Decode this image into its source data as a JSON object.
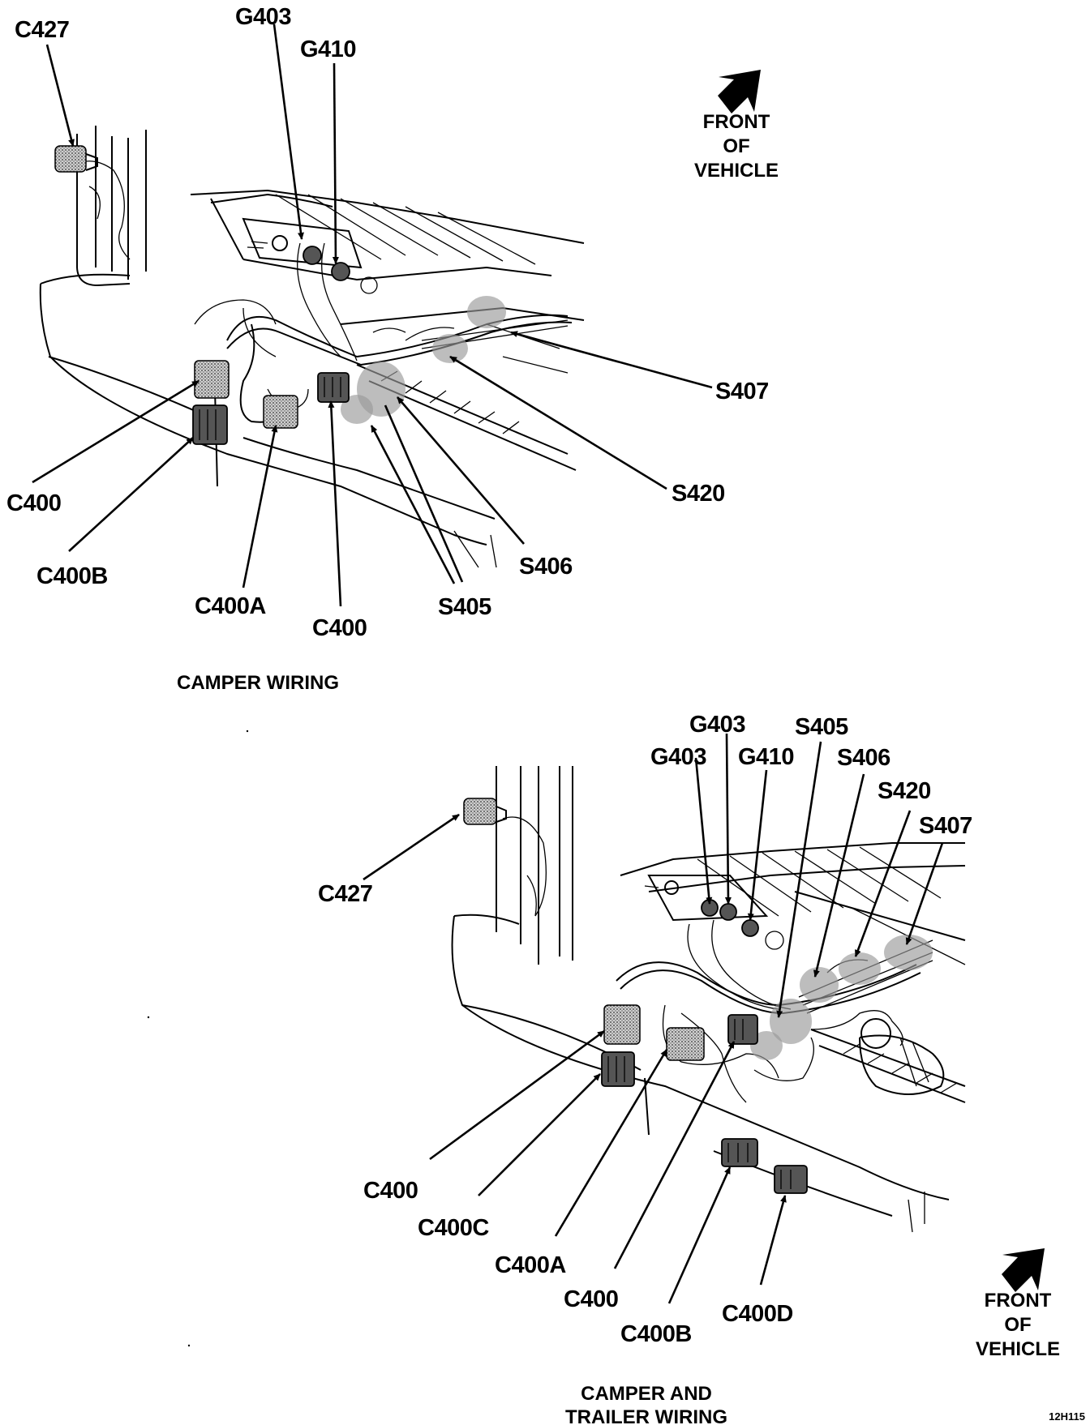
{
  "top_diagram": {
    "caption": "CAMPER WIRING",
    "front_label": [
      "FRONT",
      "OF",
      "VEHICLE"
    ],
    "labels": {
      "c427": "C427",
      "g403": "G403",
      "g410": "G410",
      "s407": "S407",
      "s420": "S420",
      "s406": "S406",
      "s405": "S405",
      "c400_left": "C400",
      "c400b": "C400B",
      "c400a": "C400A",
      "c400_bottom": "C400"
    }
  },
  "bottom_diagram": {
    "caption_line1": "CAMPER AND",
    "caption_line2": "TRAILER WIRING",
    "front_label": [
      "FRONT",
      "OF",
      "VEHICLE"
    ],
    "labels": {
      "g403_top": "G403",
      "g403_left": "G403",
      "g410": "G410",
      "s405": "S405",
      "s406": "S406",
      "s420": "S420",
      "s407": "S407",
      "c427": "C427",
      "c400_left": "C400",
      "c400c": "C400C",
      "c400a": "C400A",
      "c400_bottom": "C400",
      "c400b": "C400B",
      "c400d": "C400D"
    }
  },
  "figure_id": "12H115",
  "icons": [
    "arrow-front-icon"
  ]
}
